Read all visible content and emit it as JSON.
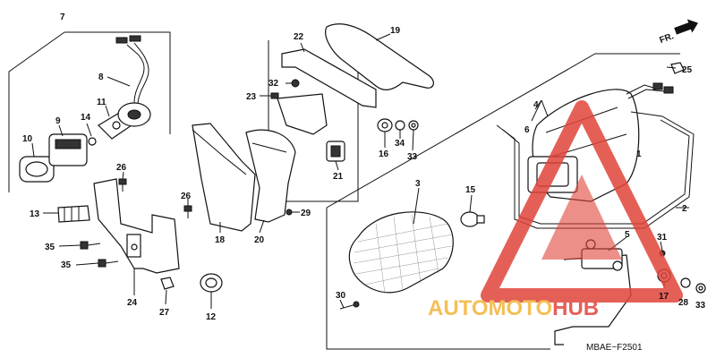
{
  "diagram": {
    "code": "MBAE−F2501",
    "front_label": "FR.",
    "watermark": {
      "part_a": "AUTOMOTO",
      "part_b": "HUB",
      "icon": "warning-triangle-icon",
      "color_a": "#f3b53a",
      "color_b": "#e0453a"
    },
    "callouts": {
      "n1": "1",
      "n2": "2",
      "n3": "3",
      "n4": "4",
      "n5": "5",
      "n6": "6",
      "n7": "7",
      "n8": "8",
      "n9": "9",
      "n10": "10",
      "n11": "11",
      "n12": "12",
      "n13": "13",
      "n14": "14",
      "n15": "15",
      "n16": "16",
      "n17": "17",
      "n18": "18",
      "n19": "19",
      "n20": "20",
      "n21": "21",
      "n22": "22",
      "n23": "23",
      "n24": "24",
      "n25": "25",
      "n26a": "26",
      "n26b": "26",
      "n27": "27",
      "n28": "28",
      "n29": "29",
      "n30": "30",
      "n31": "31",
      "n32": "32",
      "n33a": "33",
      "n33b": "33",
      "n34": "34",
      "n35a": "35",
      "n35b": "35"
    }
  }
}
